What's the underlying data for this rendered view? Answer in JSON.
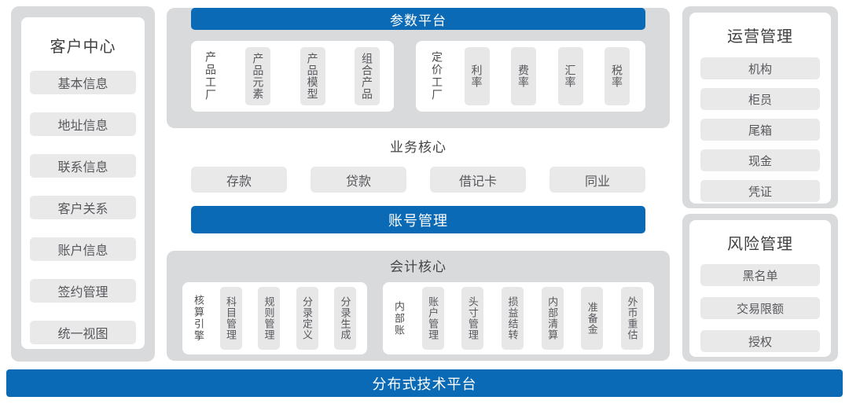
{
  "colors": {
    "accent_blue": "#0a6ab6",
    "panel_gray": "#d9dadb",
    "chip_gray": "#e9e9ea",
    "title_text": "#3f4041",
    "chip_text": "#57585c"
  },
  "left_panel": {
    "title": "客户中心",
    "items": [
      "基本信息",
      "地址信息",
      "联系信息",
      "客户关系",
      "账户信息",
      "签约管理",
      "统一视图"
    ]
  },
  "center": {
    "param_platform": {
      "title": "参数平台",
      "groups": [
        {
          "label": "产品工厂",
          "items": [
            "产品元素",
            "产品模型",
            "组合产品"
          ]
        },
        {
          "label": "定价工厂",
          "items": [
            "利率",
            "费率",
            "汇率",
            "税率"
          ]
        }
      ]
    },
    "business_core": {
      "title": "业务核心",
      "items": [
        "存款",
        "贷款",
        "借记卡",
        "同业"
      ]
    },
    "account_mgmt": {
      "title": "账号管理"
    },
    "accounting_core": {
      "title": "会计核心",
      "groups": [
        {
          "label": "核算引擎",
          "items": [
            "科目管理",
            "规则管理",
            "分录定义",
            "分录生成"
          ]
        },
        {
          "label": "内部账",
          "items": [
            "账户管理",
            "头寸管理",
            "损益结转",
            "内部清算",
            "准备金",
            "外币重估"
          ]
        }
      ]
    }
  },
  "right_panels": [
    {
      "title": "运营管理",
      "items": [
        "机构",
        "柜员",
        "尾箱",
        "现金",
        "凭证"
      ]
    },
    {
      "title": "风险管理",
      "items": [
        "黑名单",
        "交易限额",
        "授权"
      ]
    }
  ],
  "footer": {
    "title": "分布式技术平台"
  }
}
